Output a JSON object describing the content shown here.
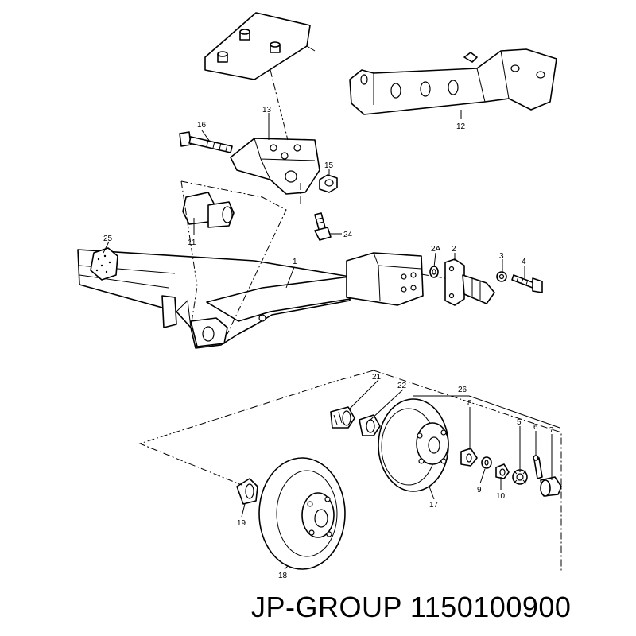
{
  "caption": "JP-GROUP 1150100900",
  "part_labels": {
    "p1": "1",
    "p2": "2",
    "p2a": "2A",
    "p3": "3",
    "p4": "4",
    "p5": "5",
    "p6": "6",
    "p7": "7",
    "p8": "8",
    "p9": "9",
    "p10": "10",
    "p11": "11",
    "p12": "12",
    "p13": "13",
    "p15": "15",
    "p16": "16",
    "p17": "17",
    "p18": "18",
    "p19": "19",
    "p21": "21",
    "p22": "22",
    "p24": "24",
    "p25": "25",
    "p26": "26"
  }
}
